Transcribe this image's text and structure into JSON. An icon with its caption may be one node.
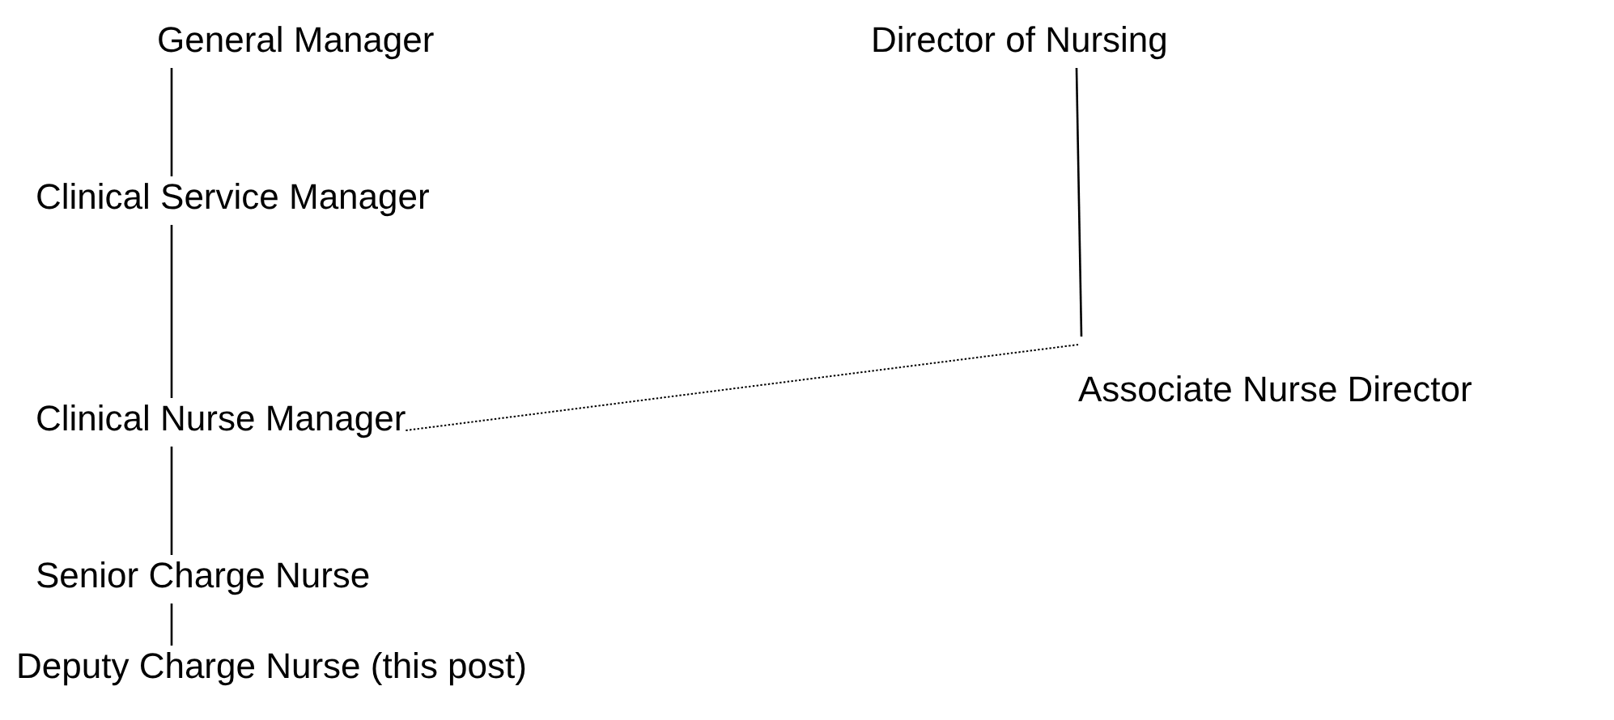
{
  "diagram": {
    "nodes": [
      {
        "text": [
          "General Manager"
        ]
      },
      {
        "text": [
          "Director of Nursing"
        ]
      },
      {
        "text": [
          "Clinical Service Manager"
        ]
      },
      {
        "text": [
          "Associate Nurse Director"
        ]
      },
      {
        "text": [
          "Clinical Nurse Manager"
        ]
      },
      {
        "text": [
          "Senior Charge Nurse"
        ]
      },
      {
        "text": [
          "Deputy Charge Nurse (this post)"
        ]
      }
    ],
    "edges": [
      {
        "from": 0,
        "to": 2,
        "arrow": "none"
      },
      {
        "from": 1,
        "to": 3,
        "arrow": "none"
      },
      {
        "from": 2,
        "to": 4,
        "arrow": "none"
      },
      {
        "from": 4,
        "to": 3,
        "arrow": "none",
        "style": "dashed"
      },
      {
        "from": 4,
        "to": 5,
        "arrow": "none"
      },
      {
        "from": 5,
        "to": 6,
        "arrow": "none"
      }
    ]
  }
}
